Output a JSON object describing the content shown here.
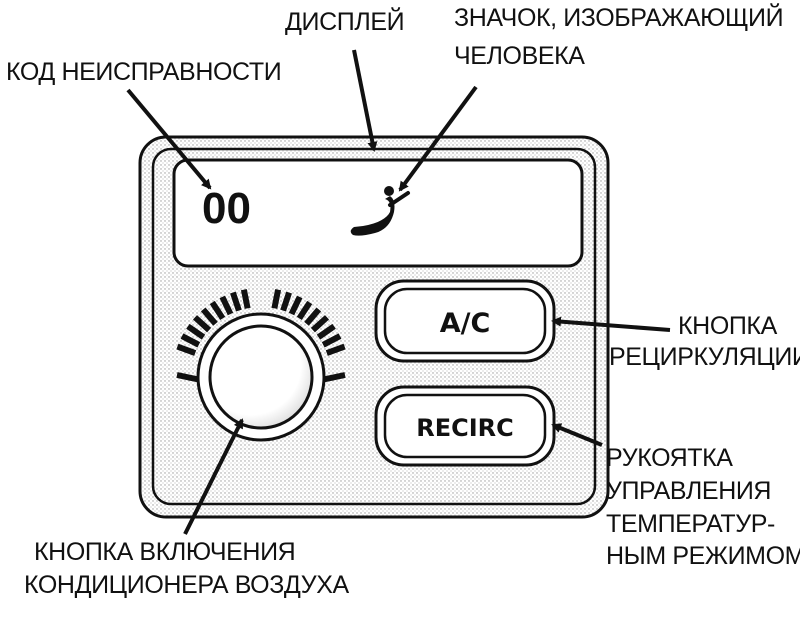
{
  "labels": {
    "display": "ДИСПЛЕЙ",
    "person_icon_line1": "ЗНАЧОК, ИЗОБРАЖАЮЩИЙ",
    "person_icon_line2": "ЧЕЛОВЕКА",
    "fault_code": "КОД НЕИСПРАВНОСТИ",
    "recirc_button_line1": "КНОПКА",
    "recirc_button_line2": "РЕЦИРКУЛЯЦИИ",
    "temp_knob_line1": "РУКОЯТКА",
    "temp_knob_line2": "УПРАВЛЕНИЯ",
    "temp_knob_line3": "ТЕМПЕРАТУР-",
    "temp_knob_line4": "НЫМ РЕЖИМОМ",
    "ac_button_line1": "КНОПКА ВКЛЮЧЕНИЯ",
    "ac_button_line2": "КОНДИЦИОНЕРА ВОЗДУХА"
  },
  "panel": {
    "display_code": "00",
    "ac_button_label": "A/C",
    "recirc_button_label": "RECIRC"
  },
  "icons": {
    "person": "seated-person-icon"
  }
}
